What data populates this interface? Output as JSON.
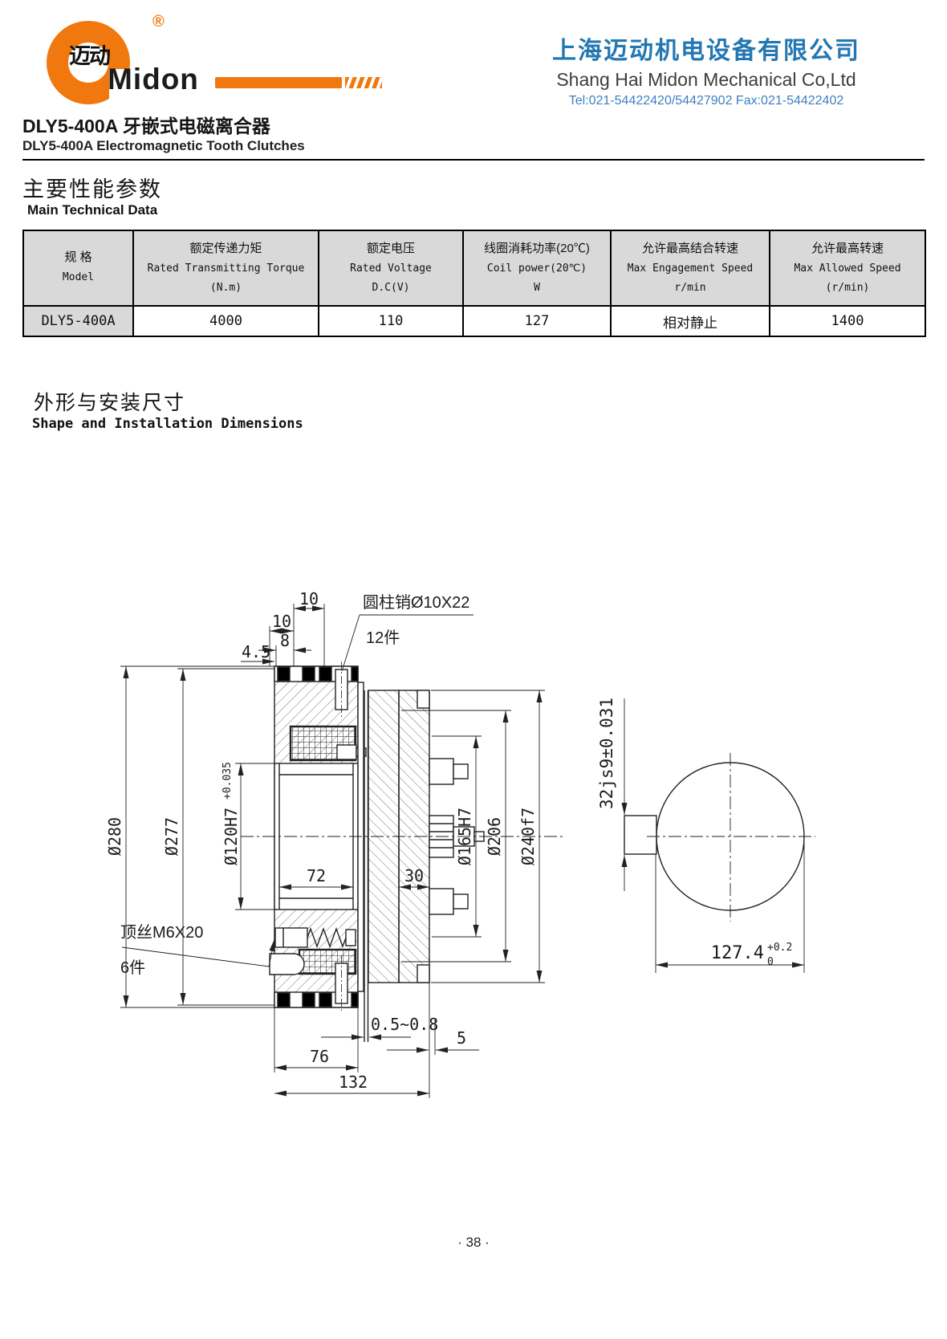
{
  "header": {
    "logo_cn": "迈动",
    "logo_brand": "Midon",
    "registered": "®",
    "company_cn": "上海迈动机电设备有限公司",
    "company_en": "Shang Hai Midon Mechanical Co,Ltd",
    "contact": "Tel:021-54422420/54427902 Fax:021-54422402"
  },
  "title": {
    "cn": "DLY5-400A 牙嵌式电磁离合器",
    "en": "DLY5-400A    Electromagnetic Tooth Clutches"
  },
  "sections": {
    "tech_cn": "主要性能参数",
    "tech_en": "Main Technical Data",
    "dims_cn": "外形与安装尺寸",
    "dims_en": "Shape and Installation Dimensions"
  },
  "table": {
    "columns": [
      {
        "cn": "规  格",
        "en": "Model",
        "unit": ""
      },
      {
        "cn": "额定传递力矩",
        "en": "Rated Transmitting Torque",
        "unit": "(N.m)"
      },
      {
        "cn": "额定电压",
        "en": "Rated Voltage",
        "unit": "D.C(V)"
      },
      {
        "cn": "线圈消耗功率(20℃)",
        "en": "Coil power(20℃)",
        "unit": "W"
      },
      {
        "cn": "允许最高结合转速",
        "en": "Max Engagement Speed",
        "unit": "r/min"
      },
      {
        "cn": "允许最高转速",
        "en": "Max Allowed  Speed",
        "unit": "(r/min)"
      }
    ],
    "row": {
      "model": "DLY5-400A",
      "torque": "4000",
      "voltage": "110",
      "power": "127",
      "engage": "相对静止",
      "speed": "1400"
    }
  },
  "drawing": {
    "pin_label": "圆柱销Ø10X22",
    "pin_qty": "12件",
    "screw_label": "顶丝M6X20",
    "screw_qty": "6件",
    "dia280": "Ø280",
    "dia277": "Ø277",
    "dia120": "Ø120H7",
    "dia120_tol": "+0.035",
    "dia165": "Ø165H7",
    "dia206": "Ø206",
    "dia240": "Ø240f7",
    "key": "32js9±0.031",
    "len1274": "127.4",
    "len1274_sup": "+0.2",
    "len1274_sub": "0",
    "d10a": "10",
    "d10b": "10",
    "d8": "8",
    "d45": "4.5",
    "d72": "72",
    "d30": "30",
    "gap": "0.5~0.8",
    "d5": "5",
    "d76": "76",
    "d132": "132"
  },
  "footer": {
    "page": "· 38 ·"
  }
}
